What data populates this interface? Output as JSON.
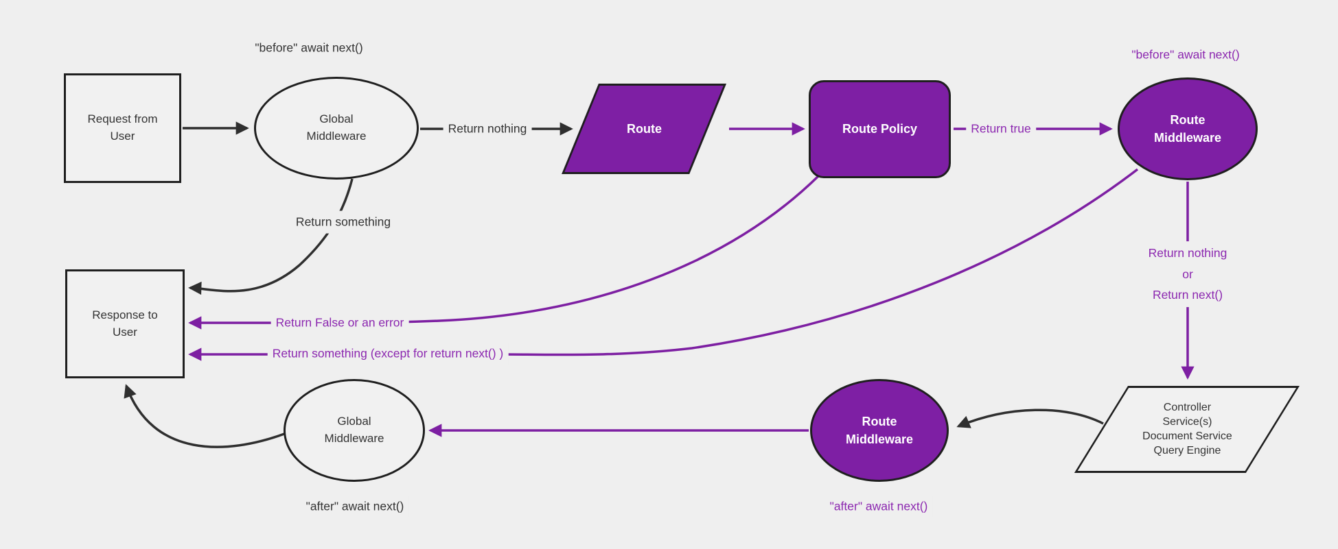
{
  "canvas": {
    "bg": "#efefef"
  },
  "colors": {
    "background": "#efefef",
    "purple_fill": "#7e1fa4",
    "purple_line": "#7d1fa2",
    "purple_text": "#8c28b0",
    "dark_line": "#2f2f2f",
    "dark_text": "#333333",
    "node_border": "#1f1f1f"
  },
  "nodes": {
    "request": {
      "label": "Request from\nUser"
    },
    "global_middleware_top": {
      "label": "Global\nMiddleware"
    },
    "route": {
      "label": "Route"
    },
    "route_policy": {
      "label": "Route Policy"
    },
    "route_middleware_top": {
      "label": "Route\nMiddleware"
    },
    "controller": {
      "label": "Controller\nService(s)\nDocument Service\nQuery Engine"
    },
    "route_middleware_bottom": {
      "label": "Route\nMiddleware"
    },
    "global_middleware_bottom": {
      "label": "Global\nMiddleware"
    },
    "response": {
      "label": "Response to\nUser"
    }
  },
  "edge_labels": {
    "before_top": "\"before\" await next()",
    "return_nothing": "Return nothing",
    "return_true": "Return true",
    "before_right": "\"before\" await next()",
    "return_nothing_or": "Return nothing\nor\nReturn next()",
    "return_something": "Return something",
    "return_false": "Return False or an error",
    "return_something_except": "Return something (except for return next() )",
    "after_bottom_left": "\"after\" await next()",
    "after_bottom_right": "\"after\" await next()"
  }
}
